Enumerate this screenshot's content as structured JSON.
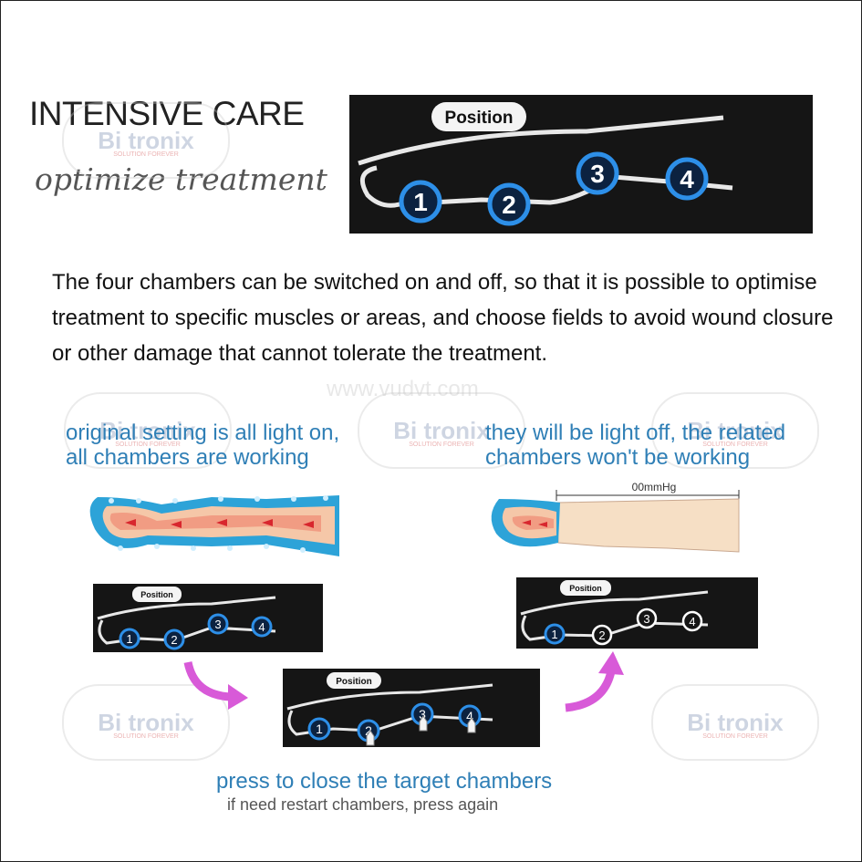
{
  "heading": "INTENSIVE CARE",
  "subheading": "optimize treatment",
  "description": "The four chambers can be switched on and off, so that it is possible to optimise treatment to specific muscles or areas, and choose fields to avoid wound closure or other damage that cannot tolerate the treatment.",
  "watermark_site": "www.vudvt.com",
  "watermark_brand": "Bi tronix",
  "watermark_tagline": "SOLUTION FOREVER",
  "panel_label": "Position",
  "chambers": [
    "1",
    "2",
    "3",
    "4"
  ],
  "caption_left_line1": "original setting is all light on,",
  "caption_left_line2": "all chambers are working",
  "caption_right_line1": "they will be light off, the related",
  "caption_right_line2": "chambers won't be working",
  "pressure_label": "00mmHg",
  "caption_bottom": "press to close the target chambers",
  "caption_note": "if need restart chambers, press again",
  "colors": {
    "chamber_blue": "#1e88e5",
    "caption_blue": "#2f7fb6",
    "arrow_magenta": "#d85ad8",
    "panel_bg": "#151515"
  }
}
